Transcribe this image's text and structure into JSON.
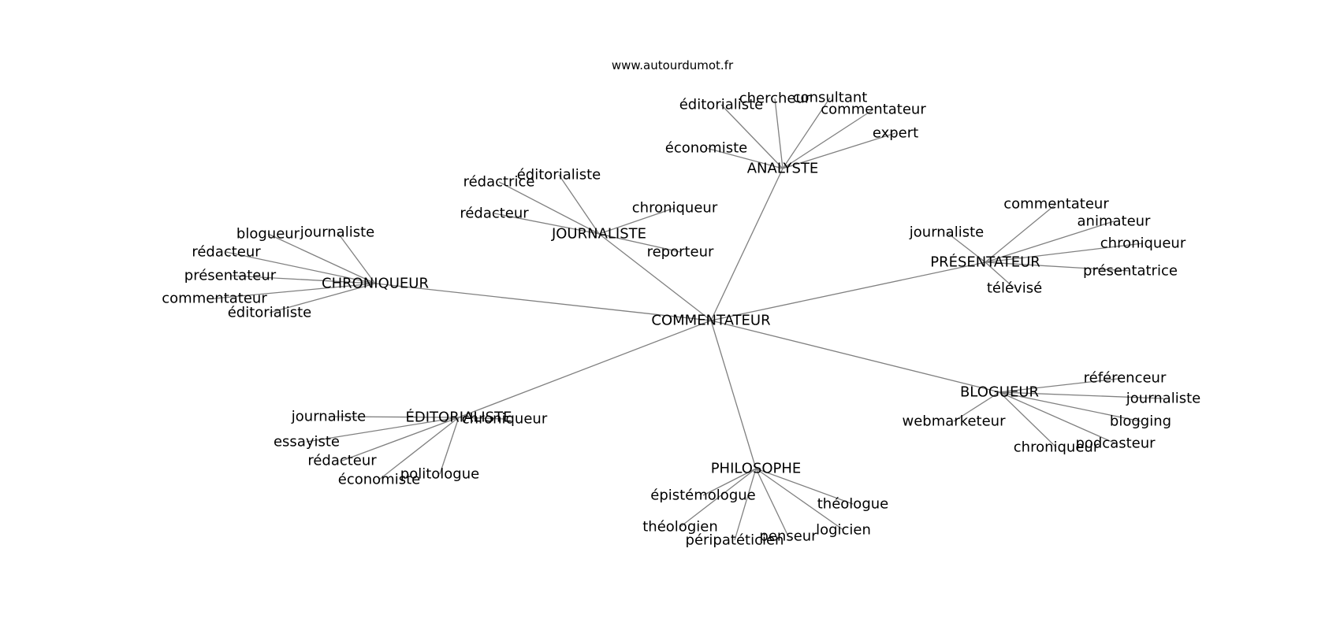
{
  "site": "www.autourdumot.fr",
  "colors": {
    "edge": "#808080",
    "text": "#000000",
    "background": "#ffffff"
  },
  "graph": {
    "root": "COMMENTATEUR",
    "groups": [
      {
        "hub": "ANALYSTE",
        "leaves": [
          "éditorialiste",
          "chercheur",
          "consultant",
          "commentateur",
          "expert",
          "économiste"
        ]
      },
      {
        "hub": "JOURNALISTE",
        "leaves": [
          "rédactrice",
          "éditorialiste",
          "chroniqueur",
          "rédacteur",
          "reporteur"
        ]
      },
      {
        "hub": "CHRONIQUEUR",
        "leaves": [
          "blogueur",
          "journaliste",
          "rédacteur",
          "présentateur",
          "commentateur",
          "éditorialiste"
        ]
      },
      {
        "hub": "PRÉSENTATEUR",
        "leaves": [
          "commentateur",
          "animateur",
          "journaliste",
          "chroniqueur",
          "présentatrice",
          "télévisé"
        ]
      },
      {
        "hub": "BLOGUEUR",
        "leaves": [
          "référenceur",
          "journaliste",
          "webmarketeur",
          "blogging",
          "chroniqueur",
          "podcasteur"
        ]
      },
      {
        "hub": "ÉDITORIALISTE",
        "leaves": [
          "journaliste",
          "chroniqueur",
          "essayiste",
          "rédacteur",
          "économiste",
          "politologue"
        ]
      },
      {
        "hub": "PHILOSOPHE",
        "leaves": [
          "épistémologue",
          "théologue",
          "théologien",
          "logicien",
          "péripatéticien",
          "penseur"
        ]
      }
    ]
  }
}
